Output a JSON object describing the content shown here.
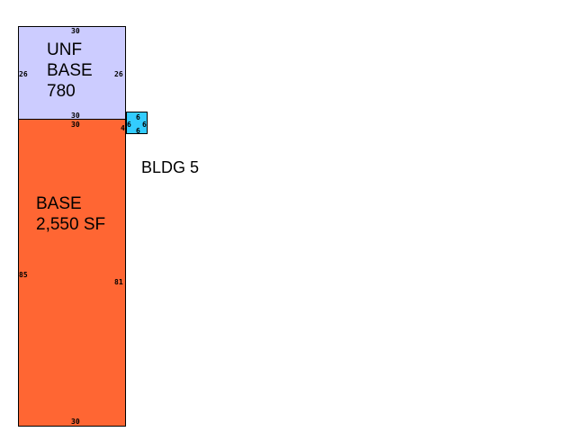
{
  "colors": {
    "unfinished_basement": "#ccccff",
    "basement": "#ff6633",
    "small_area": "#33ccff",
    "outline": "#000000"
  },
  "building_label": "BLDG 5",
  "areas": {
    "unfinished_basement": {
      "label_line1": "UNF",
      "label_line2": "BASE",
      "label_line3": "780",
      "dims": {
        "top": "30",
        "left": "26",
        "right": "26",
        "bottom": "30"
      }
    },
    "basement": {
      "label_line1": "BASE",
      "label_line2": "2,550 SF",
      "dims": {
        "top": "30",
        "left": "85",
        "right": "81",
        "bottom": "30"
      }
    },
    "small_area": {
      "dims": {
        "top": "6",
        "left": "6",
        "right": "6",
        "bottom": "6",
        "offset": "4"
      }
    }
  }
}
